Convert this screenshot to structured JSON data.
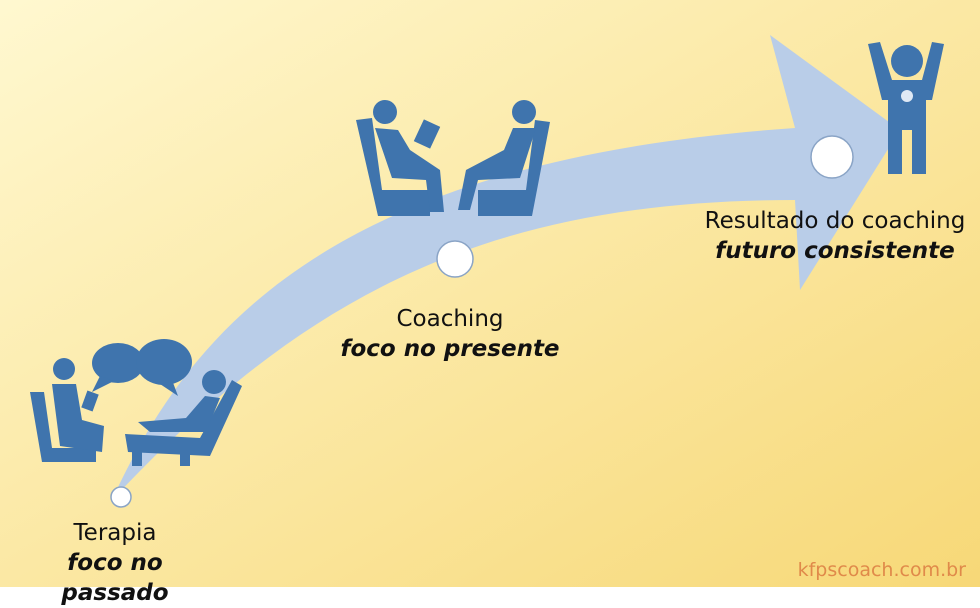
{
  "colors": {
    "bg_top_left": "#fff8d0",
    "bg_bottom_right": "#f7d877",
    "arrow": "#b9cde8",
    "figure": "#3f74ad"
  },
  "icons": [
    "therapy-session-icon",
    "speech-bubbles-icon",
    "coaching-session-icon",
    "winner-figure-icon"
  ],
  "stages": {
    "terapia": {
      "title": "Terapia",
      "subtitle": "foco no passado"
    },
    "coaching": {
      "title": "Coaching",
      "subtitle": "foco no presente"
    },
    "resultado": {
      "title": "Resultado do coaching",
      "subtitle": "futuro consistente"
    }
  },
  "watermark": "kfpscoach.com.br"
}
